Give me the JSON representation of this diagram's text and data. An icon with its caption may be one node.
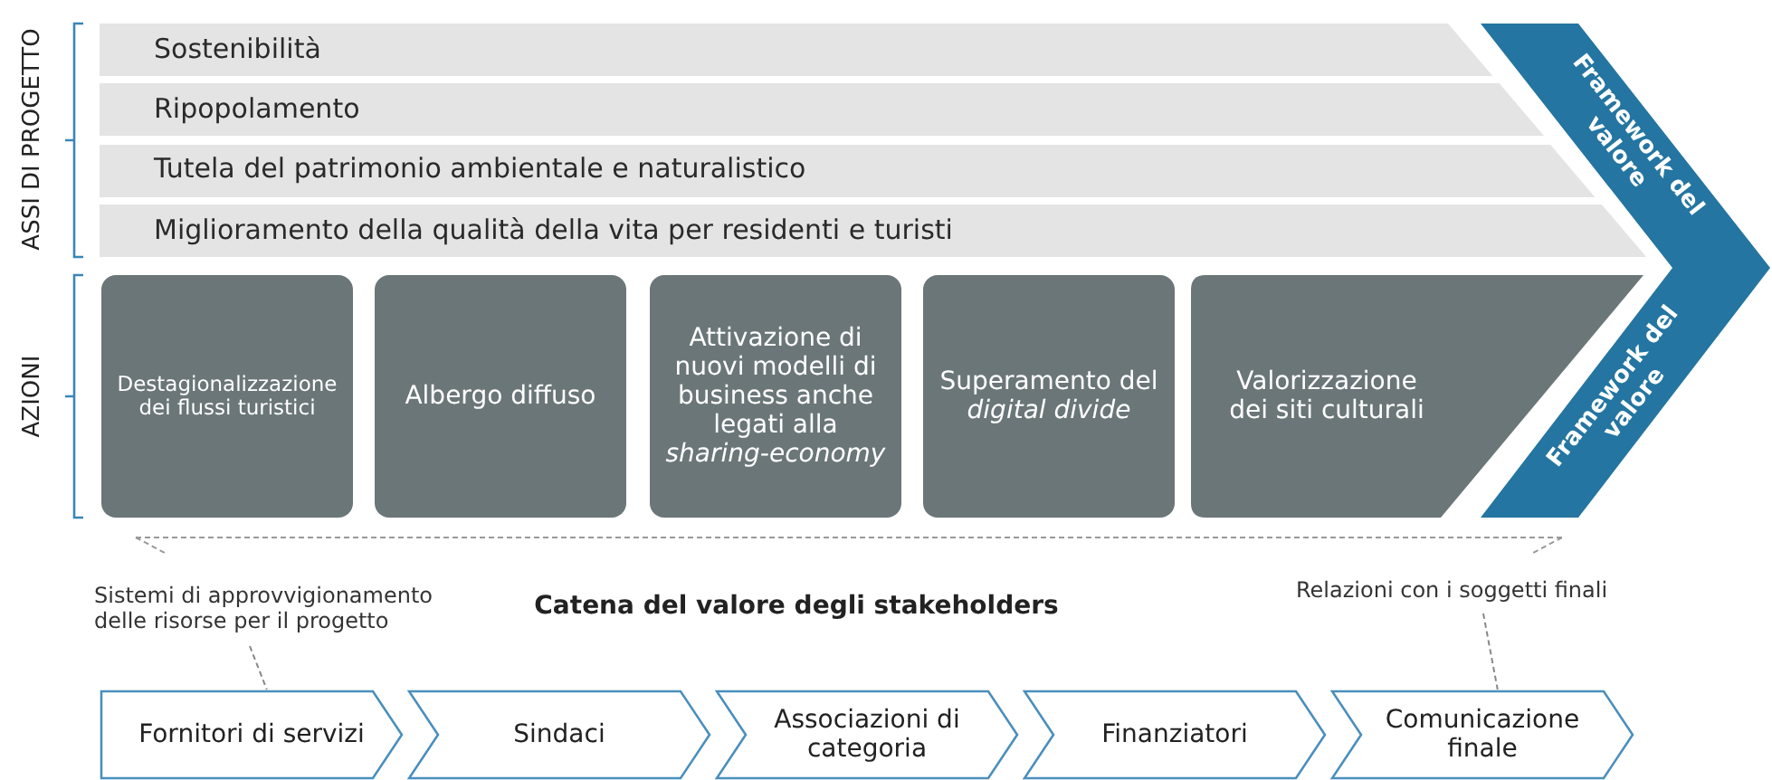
{
  "diagram": {
    "nodes": [
      {
        "text": [
          "Sostenibilità"
        ]
      },
      {
        "text": [
          "Ripopolamento"
        ]
      },
      {
        "text": [
          "Tutela del patrimonio ambientale e naturalistico"
        ]
      },
      {
        "text": [
          "Miglioramento della qualità della vita per residenti e turisti"
        ]
      },
      {
        "text": [
          "Destagionalizzazione dei flussi turistici"
        ]
      },
      {
        "text": [
          "Albergo diffuso"
        ]
      },
      {
        "text": [
          "Attivazione di nuovi modelli di business anche legati alla *sharing-economy*"
        ]
      },
      {
        "text": [
          "Superamento del *digital divide*"
        ]
      },
      {
        "text": [
          "Valorizzazione dei siti culturali"
        ]
      },
      {
        "text": [
          "Framework del valore",
          "Framework del valore"
        ]
      },
      {
        "text": [
          "Sistemi di approvvigionamento delle risorse per il progetto"
        ]
      },
      {
        "text": [
          "Relazioni con i soggetti finali"
        ]
      },
      {
        "text": [
          "Fornitori di servizi"
        ]
      },
      {
        "text": [
          "Sindaci"
        ]
      },
      {
        "text": [
          "Associazioni di categoria"
        ]
      },
      {
        "text": [
          "Finanziatori"
        ]
      },
      {
        "text": [
          "Comunicazione finale"
        ]
      }
    ],
    "edges": [
      {
        "from": 10,
        "to": 12,
        "arrow": "none",
        "style": "dashed"
      },
      {
        "from": 11,
        "to": 16,
        "arrow": "none",
        "style": "dashed"
      }
    ],
    "labels": [
      "ASSI DI PROGETTO",
      "AZIONI",
      "Catena del valore degli stakeholders"
    ]
  }
}
